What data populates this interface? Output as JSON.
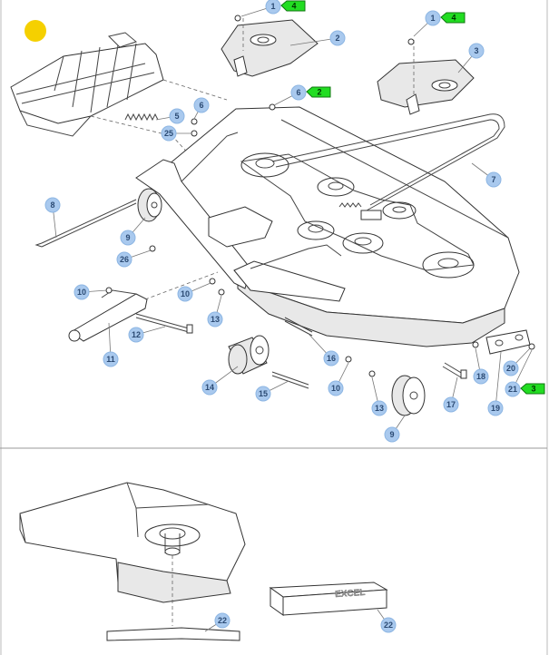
{
  "colors": {
    "callout_fill": "#a9c9ee",
    "qty_flag": "#22dd22",
    "marker": "#f5d000",
    "line": "#444444"
  },
  "marker": {
    "icon": "yellow-circle-marker"
  },
  "callouts": [
    {
      "label": "1"
    },
    {
      "label": "2"
    },
    {
      "label": "1"
    },
    {
      "label": "3"
    },
    {
      "label": "6"
    },
    {
      "label": "5"
    },
    {
      "label": "6"
    },
    {
      "label": "25"
    },
    {
      "label": "7"
    },
    {
      "label": "8"
    },
    {
      "label": "9"
    },
    {
      "label": "26"
    },
    {
      "label": "10"
    },
    {
      "label": "10"
    },
    {
      "label": "13"
    },
    {
      "label": "11"
    },
    {
      "label": "12"
    },
    {
      "label": "14"
    },
    {
      "label": "15"
    },
    {
      "label": "16"
    },
    {
      "label": "10"
    },
    {
      "label": "13"
    },
    {
      "label": "9"
    },
    {
      "label": "17"
    },
    {
      "label": "18"
    },
    {
      "label": "19"
    },
    {
      "label": "20"
    },
    {
      "label": "21"
    },
    {
      "label": "22"
    },
    {
      "label": "22"
    }
  ],
  "qty_flags": [
    {
      "label": "4"
    },
    {
      "label": "4"
    },
    {
      "label": "2"
    },
    {
      "label": "3"
    }
  ],
  "decal": {
    "text": "EXCEL"
  }
}
